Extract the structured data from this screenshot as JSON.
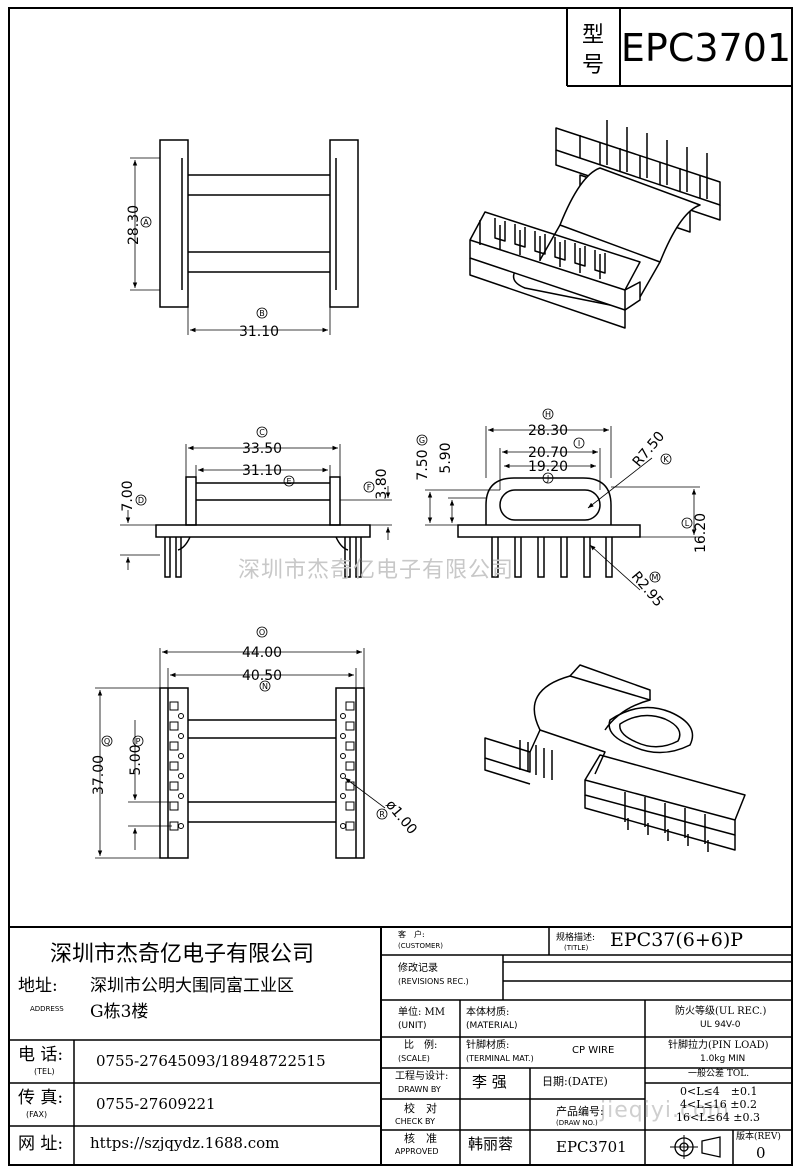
{
  "header": {
    "model_label_top": "型",
    "model_label_bottom": "号",
    "model_number": "EPC3701"
  },
  "watermark": "深圳市杰奇亿电子有限公司",
  "watermark_site": "jieqiyi.com",
  "views": {
    "top": {
      "dim_a": "28.30",
      "mark_a": "A",
      "dim_b": "31.10",
      "mark_b": "B"
    },
    "side": {
      "dim_c": "33.50",
      "mark_c": "C",
      "dim_e": "31.10",
      "mark_e": "E",
      "dim_d": "7.00",
      "mark_d": "D",
      "dim_f": "3.80",
      "mark_f": "F"
    },
    "end": {
      "dim_h": "28.30",
      "mark_h": "H",
      "dim_i": "20.70",
      "mark_i": "I",
      "dim_j": "19.20",
      "mark_j": "J",
      "dim_g": "7.50",
      "mark_g": "G",
      "dim_g2": "5.90",
      "dim_k": "R7.50",
      "mark_k": "K",
      "dim_l": "16.20",
      "mark_l": "L",
      "dim_m": "R2.95",
      "mark_m": "M"
    },
    "bottom": {
      "dim_o": "44.00",
      "mark_o": "O",
      "dim_n": "40.50",
      "mark_n": "N",
      "dim_q": "37.00",
      "mark_q": "Q",
      "dim_p": "5.00",
      "mark_p": "P",
      "dim_r": "ø1.00",
      "mark_r": "R"
    }
  },
  "title_block": {
    "company": "深圳市杰奇亿电子有限公司",
    "address_label": "地址:",
    "address_label_en": "ADDRESS",
    "address_line1": "深圳市公明大围同富工业区",
    "address_line2": "G栋3楼",
    "tel_label": "电 话:",
    "tel_label_en": "(TEL)",
    "tel": "0755-27645093/18948722515",
    "fax_label": "传 真:",
    "fax_label_en": "(FAX)",
    "fax": "0755-27609221",
    "web_label": "网 址:",
    "web": "https://szjqydz.1688.com",
    "customer_label": "客　户:",
    "customer_label_en": "(CUSTOMER)",
    "title_label": "规格描述:",
    "title_label_en": "(TITLE)",
    "title_value": "EPC37(6+6)P",
    "revisions_label": "修改记录",
    "revisions_label_en": "(REVISIONS REC.)",
    "unit_label": "单位: MM",
    "unit_label_en": "(UNIT)",
    "material_label": "本体材质:",
    "material_label_en": "(MATERIAL)",
    "ul_label": "防火等级(UL REC.)",
    "ul_value": "UL 94V-0",
    "scale_label": "比　例:",
    "scale_label_en": "(SCALE)",
    "terminal_label": "针脚材质:",
    "terminal_label_en": "(TERMINAL MAT.)",
    "terminal_value": "CP WIRE",
    "pin_load_label": "针脚拉力(PIN LOAD)",
    "pin_load_value": "1.0kg MIN",
    "drawn_label": "工程与设计:",
    "drawn_label_en": "DRAWN BY",
    "drawn_value": "李 强",
    "date_label": "日期:(DATE)",
    "tol_title": "一般公差 TOL.",
    "tol1": "0<L≤4　±0.1",
    "tol2": "4<L≤16 ±0.2",
    "tol3": "16<L≤64 ±0.3",
    "check_label": "校　对",
    "check_label_en": "CHECK BY",
    "product_label": "产品编号:",
    "product_label_en": "(DRAW NO.)",
    "product_value": "EPC3701",
    "approved_label": "核　准",
    "approved_label_en": "APPROVED",
    "approved_value": "韩丽蓉",
    "rev_label": "版本(REV)",
    "rev_value": "0"
  }
}
